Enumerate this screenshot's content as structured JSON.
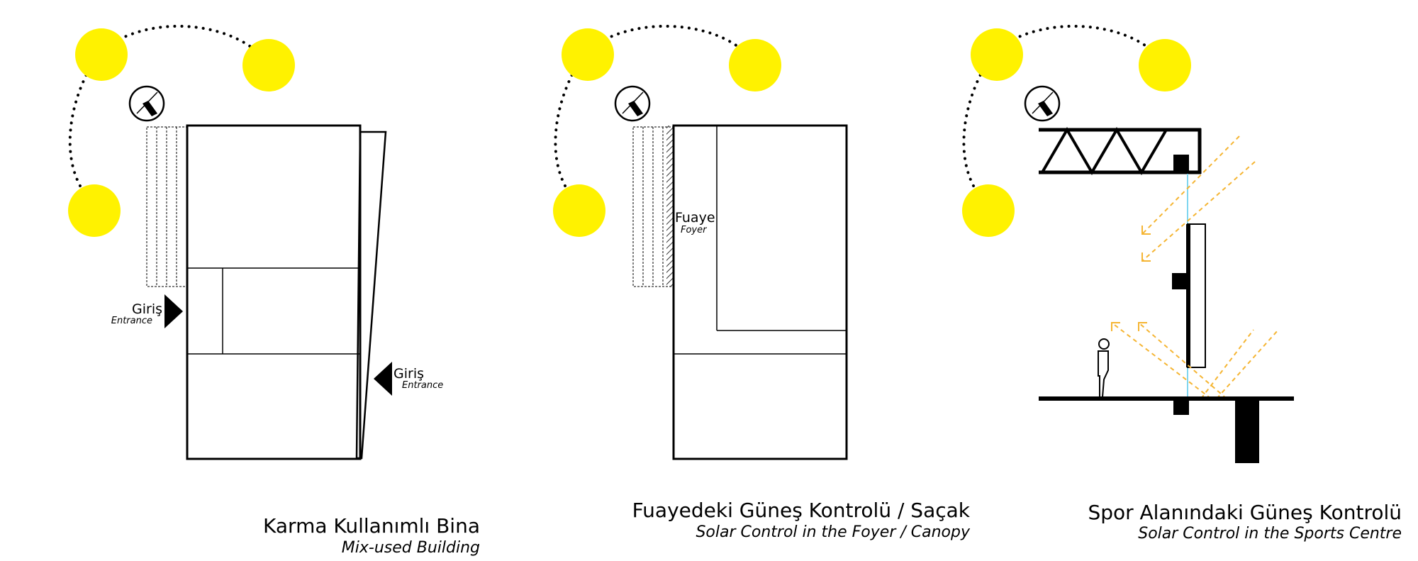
{
  "colors": {
    "sun": "#FFF200",
    "ray": "#F5B533",
    "glass": "#7FD6F0",
    "ink": "#000000"
  },
  "icons": [
    "sun-icon",
    "sun-path-dotted-arc",
    "compass-icon",
    "entrance-arrow-icon",
    "person-icon",
    "truss-icon"
  ],
  "panel1": {
    "title_tr": "Karma Kullanımlı Bina",
    "title_en": "Mix-used Building",
    "entrance_left_tr": "Giriş",
    "entrance_left_en": "Entrance",
    "entrance_right_tr": "Giriş",
    "entrance_right_en": "Entrance"
  },
  "panel2": {
    "title_tr": "Fuayedeki Güneş Kontrolü / Saçak",
    "title_en": "Solar Control in the Foyer / Canopy",
    "foyer_tr": "Fuaye",
    "foyer_en": "Foyer"
  },
  "panel3": {
    "title_tr": "Spor Alanındaki Güneş Kontrolü",
    "title_en": "Solar Control in the Sports Centre"
  }
}
